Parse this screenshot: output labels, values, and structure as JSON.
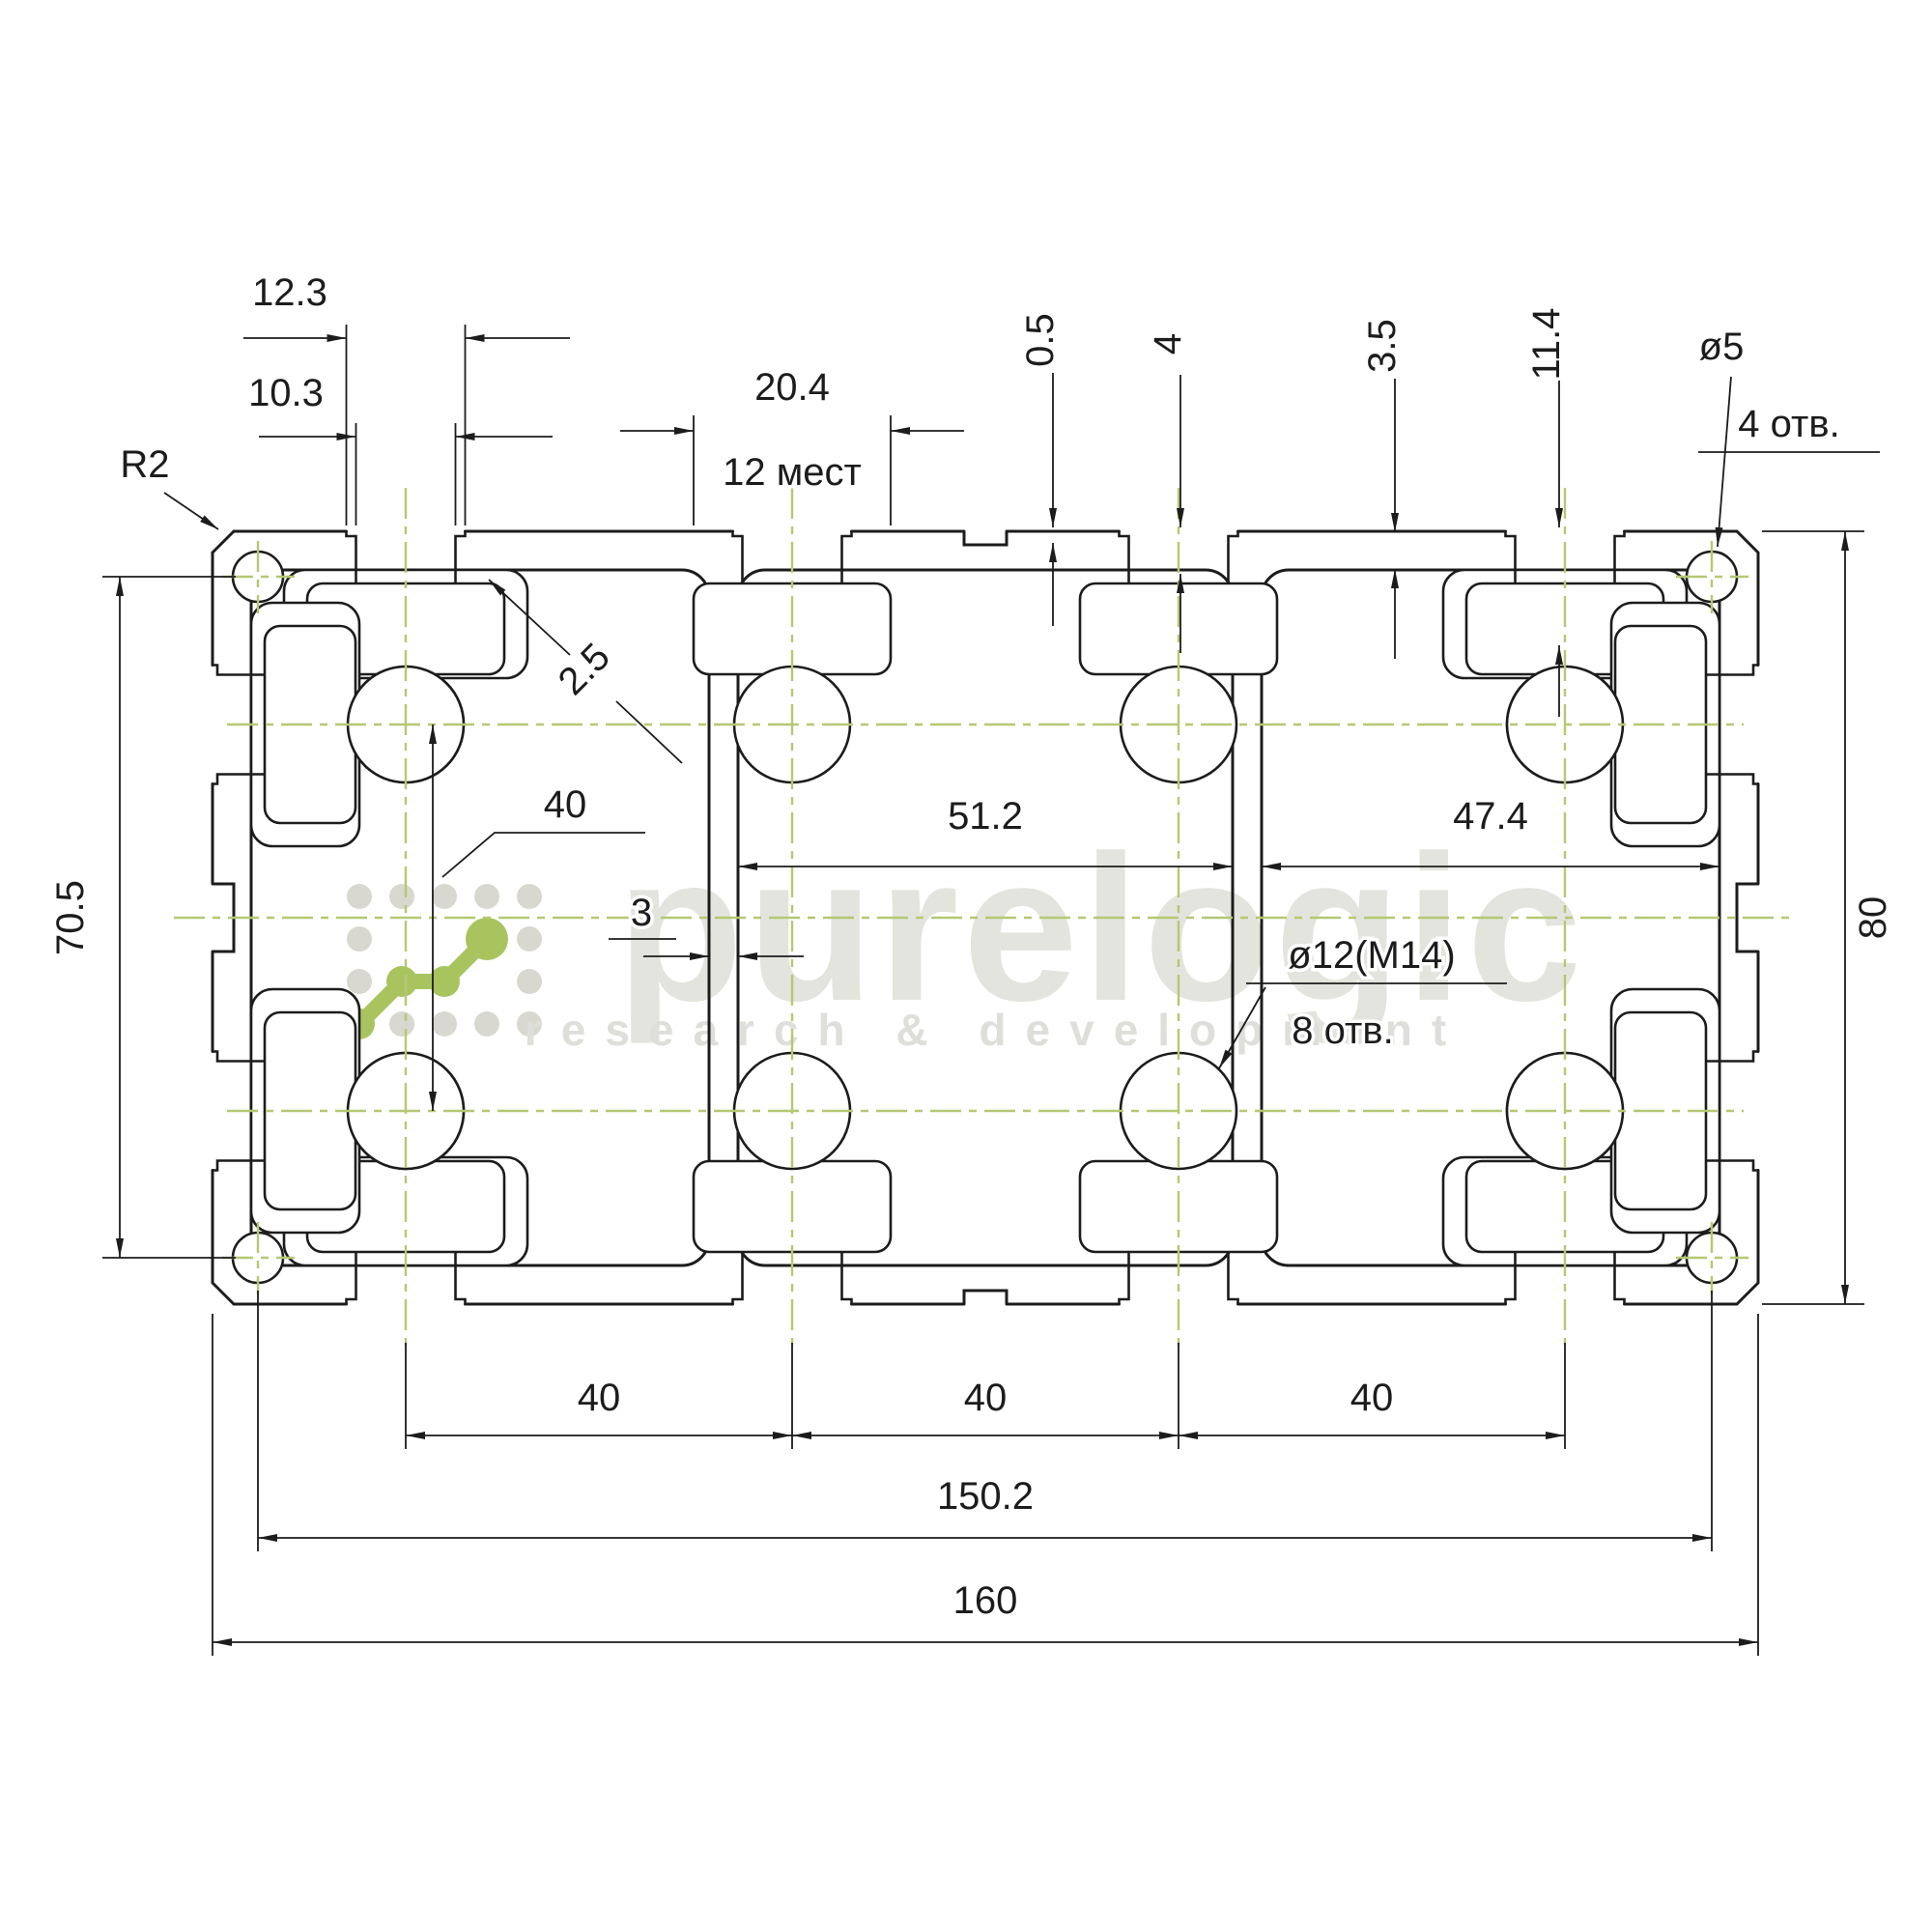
{
  "page": {
    "background": "#ffffff"
  },
  "watermark": {
    "brand": "purelogic",
    "tagline": "research & development",
    "brand_color": "#e4e4de",
    "logo_green": "#a9c45f",
    "logo_gray": "#d8d8d0"
  },
  "drawing": {
    "type": "aluminium-profile-cross-section",
    "line_color": "#1c1c1c",
    "centerline_color": "#b5c873",
    "dims": {
      "slot_recess_width": "12.3",
      "slot_opening_width": "10.3",
      "corner_radius": "R2",
      "tslot_inner_width": "20.4",
      "tslot_count": "12 мест",
      "recess_depth": "0.5",
      "outer_wall": "4",
      "boss_depth": "3.5",
      "slot_depth": "11.4",
      "corner_hole_dia": "ø5",
      "corner_hole_count": "4 отв.",
      "slot_wall": "2.5",
      "node_pitch_vertical": "40",
      "cavity_mid_width": "51.2",
      "cavity_side_width": "47.4",
      "corner_hole_pitch_vertical": "70.5",
      "profile_height": "80",
      "web_wall": "3",
      "center_hole_dia": "ø12(M14)",
      "center_hole_count": "8 отв.",
      "slot_pitch_1": "40",
      "slot_pitch_2": "40",
      "slot_pitch_3": "40",
      "corner_hole_pitch_horizontal": "150.2",
      "profile_width": "160"
    }
  }
}
